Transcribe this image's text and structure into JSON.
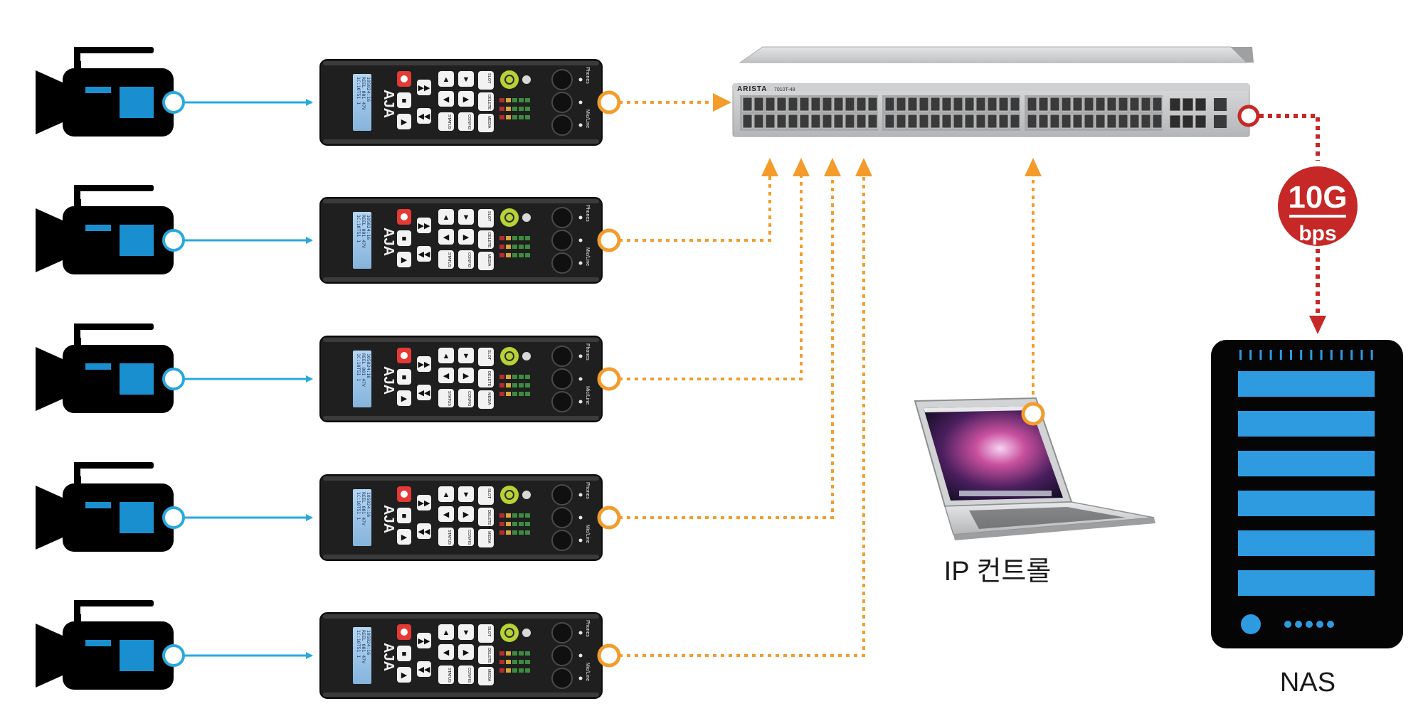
{
  "colors": {
    "camera_body": "#000000",
    "camera_accent": "#1a8fd0",
    "sdi_line": "#29a8e0",
    "ip_line": "#f39c2c",
    "bandwidth_line": "#c62828",
    "nas_bar": "#2e9be0",
    "nas_body": "#050505",
    "recorder_body": "#1f1f1f",
    "recorder_lcd": "#9fc6e8",
    "record_button": "#e53935",
    "power_button": "#b6d234",
    "switch_body": "#c9cbcd"
  },
  "cameras": [
    {
      "icon": "video-camera-icon"
    },
    {
      "icon": "video-camera-icon"
    },
    {
      "icon": "video-camera-icon"
    },
    {
      "icon": "video-camera-icon"
    },
    {
      "icon": "video-camera-icon"
    }
  ],
  "recorders": [
    {
      "brand": "AJA"
    },
    {
      "brand": "AJA"
    },
    {
      "brand": "AJA"
    },
    {
      "brand": "AJA"
    },
    {
      "brand": "AJA"
    }
  ],
  "recorder_labels": {
    "phones": "Phones",
    "mic_line": "Mic/Line",
    "slot": "SLOT",
    "status": "STATUS",
    "config": "CONFIG",
    "media": "MEDIA",
    "delete_clip": "DELETE CLIP",
    "lcd_line1": "1C:10T51   1",
    "lcd_line2": "REEL 001  47V",
    "lcd_line3": "105824:16"
  },
  "network_switch": {
    "brand": "ARISTA",
    "model": "7010T-48"
  },
  "bandwidth_badge": {
    "value": "10G",
    "unit": "bps"
  },
  "laptop": {
    "label": "IP 컨트롤"
  },
  "nas": {
    "label": "NAS",
    "drive_count": 6,
    "indicator_dots": 5
  }
}
